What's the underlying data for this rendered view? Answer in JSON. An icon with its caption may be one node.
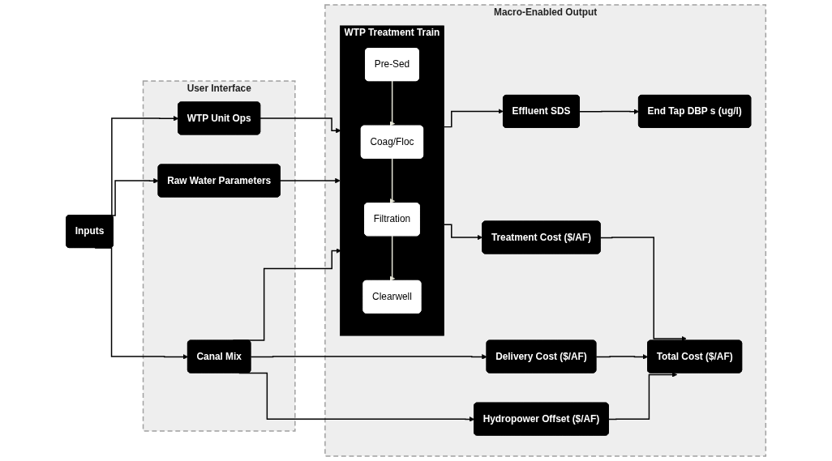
{
  "diagram": {
    "nodes": [
      {
        "text": [
          "User Interface"
        ]
      },
      {
        "text": [
          "Macro-Enabled Output"
        ]
      },
      {
        "text": [
          "Inputs"
        ]
      },
      {
        "text": [
          "WTP Unit Ops"
        ],
        "in": 0
      },
      {
        "text": [
          "Raw Water Parameters"
        ],
        "in": 0
      },
      {
        "text": [
          "Canal Mix"
        ],
        "in": 0
      },
      {
        "text": [
          "WTP Treatment Train"
        ],
        "in": 1
      },
      {
        "text": [
          "Pre-Sed"
        ],
        "in": 6
      },
      {
        "text": [
          "Coag/Floc"
        ],
        "in": 6
      },
      {
        "text": [
          "Filtration"
        ],
        "in": 6
      },
      {
        "text": [
          "Clearwell"
        ],
        "in": 6
      },
      {
        "text": [
          "Effluent SDS"
        ],
        "in": 1
      },
      {
        "text": [
          "Treatment Cost ($/AF)"
        ],
        "in": 1
      },
      {
        "text": [
          "End Tap DBP s (ug/l)"
        ],
        "in": 1
      },
      {
        "text": [
          "Delivery Cost ($/AF)"
        ],
        "in": 1
      },
      {
        "text": [
          "Hydropower Offset ($/AF)"
        ],
        "in": 1
      },
      {
        "text": [
          "Total Cost ($/AF)"
        ],
        "in": 1
      }
    ],
    "edges": [
      {
        "from": 2,
        "to": 3,
        "arrow": "to"
      },
      {
        "from": 2,
        "to": 4,
        "arrow": "to"
      },
      {
        "from": 2,
        "to": 5,
        "arrow": "to"
      },
      {
        "from": 3,
        "to": 6,
        "arrow": "to"
      },
      {
        "from": 4,
        "to": 6,
        "arrow": "to"
      },
      {
        "from": 5,
        "to": 6,
        "arrow": "to"
      },
      {
        "from": 5,
        "to": 14,
        "arrow": "to"
      },
      {
        "from": 5,
        "to": 15,
        "arrow": "to"
      },
      {
        "from": 7,
        "to": 8,
        "arrow": "to",
        "color": "#e6e6d8"
      },
      {
        "from": 8,
        "to": 9,
        "arrow": "to",
        "color": "#e6e6d8"
      },
      {
        "from": 9,
        "to": 10,
        "arrow": "to",
        "color": "#e6e6d8"
      },
      {
        "from": 6,
        "to": 11,
        "arrow": "to"
      },
      {
        "from": 6,
        "to": 12,
        "arrow": "to"
      },
      {
        "from": 11,
        "to": 13,
        "arrow": "to"
      },
      {
        "from": 12,
        "to": 16,
        "arrow": "to"
      },
      {
        "from": 14,
        "to": 16,
        "arrow": "to"
      },
      {
        "from": 15,
        "to": 16,
        "arrow": "to"
      }
    ]
  }
}
